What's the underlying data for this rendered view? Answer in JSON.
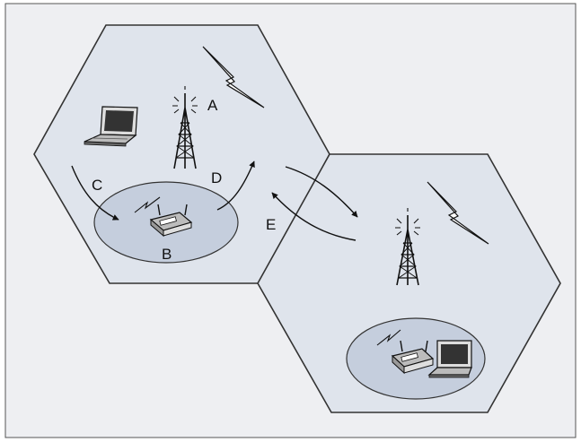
{
  "labels": {
    "a": "A",
    "b": "B",
    "c": "C",
    "d": "D",
    "e": "E"
  },
  "colors": {
    "background": "#eeeff2",
    "cell_fill": "#dfe4ec",
    "cell_stroke": "#333333",
    "ellipse_fill": "#c5cedd",
    "line": "#111111"
  },
  "icons": [
    "laptop-icon",
    "cell-tower-icon",
    "lightning-icon",
    "wireless-router-icon"
  ]
}
